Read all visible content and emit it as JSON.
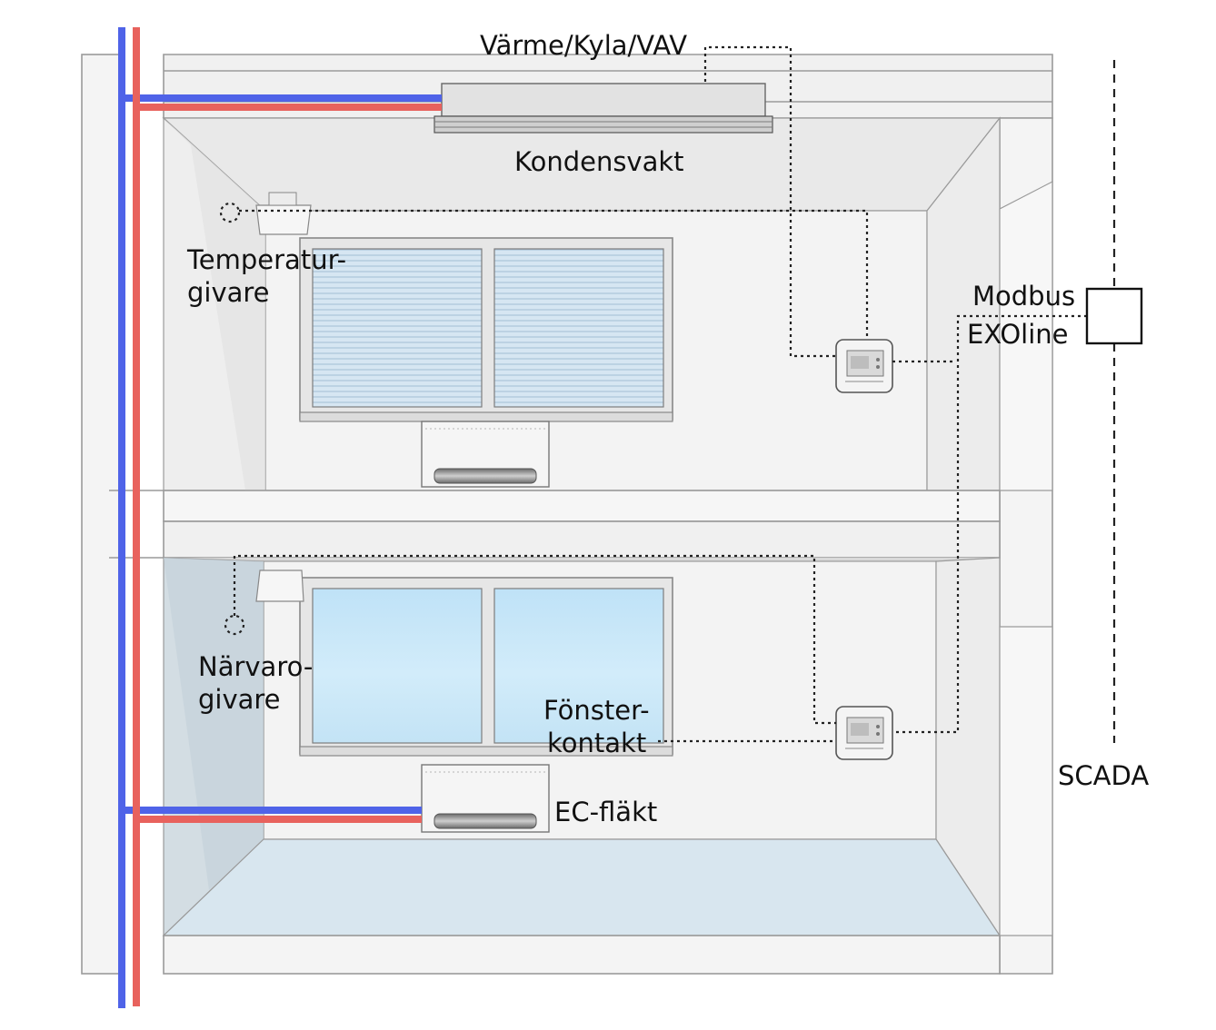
{
  "labels": {
    "heating_cooling": "Värme/Kyla/VAV",
    "condensation_guard": "Kondensvakt",
    "temperature_sensor_line1": "Temperatur-",
    "temperature_sensor_line2": "givare",
    "modbus": "Modbus",
    "exoline": "EXOline",
    "presence_sensor_line1": "Närvaro-",
    "presence_sensor_line2": "givare",
    "window_contact_line1": "Fönster-",
    "window_contact_line2": "kontakt",
    "ec_fan": "EC-fläkt",
    "scada": "SCADA"
  },
  "colors": {
    "cold_pipe": "#4f63e8",
    "hot_pipe": "#e8625d",
    "wall": "#f1f1f1",
    "floor_upper": "#e7e7e7",
    "floor_lower": "#d8e6ef",
    "window_blinds": "#cfe0ee",
    "window_glass": "#c6e5f6",
    "signal_line": "#222222"
  },
  "icons": {
    "room_controller": "room-controller-icon",
    "temperature_sensor": "dashed-circle-sensor-icon",
    "presence_sensor": "dashed-circle-sensor-icon",
    "scada_box": "square-box-icon"
  }
}
